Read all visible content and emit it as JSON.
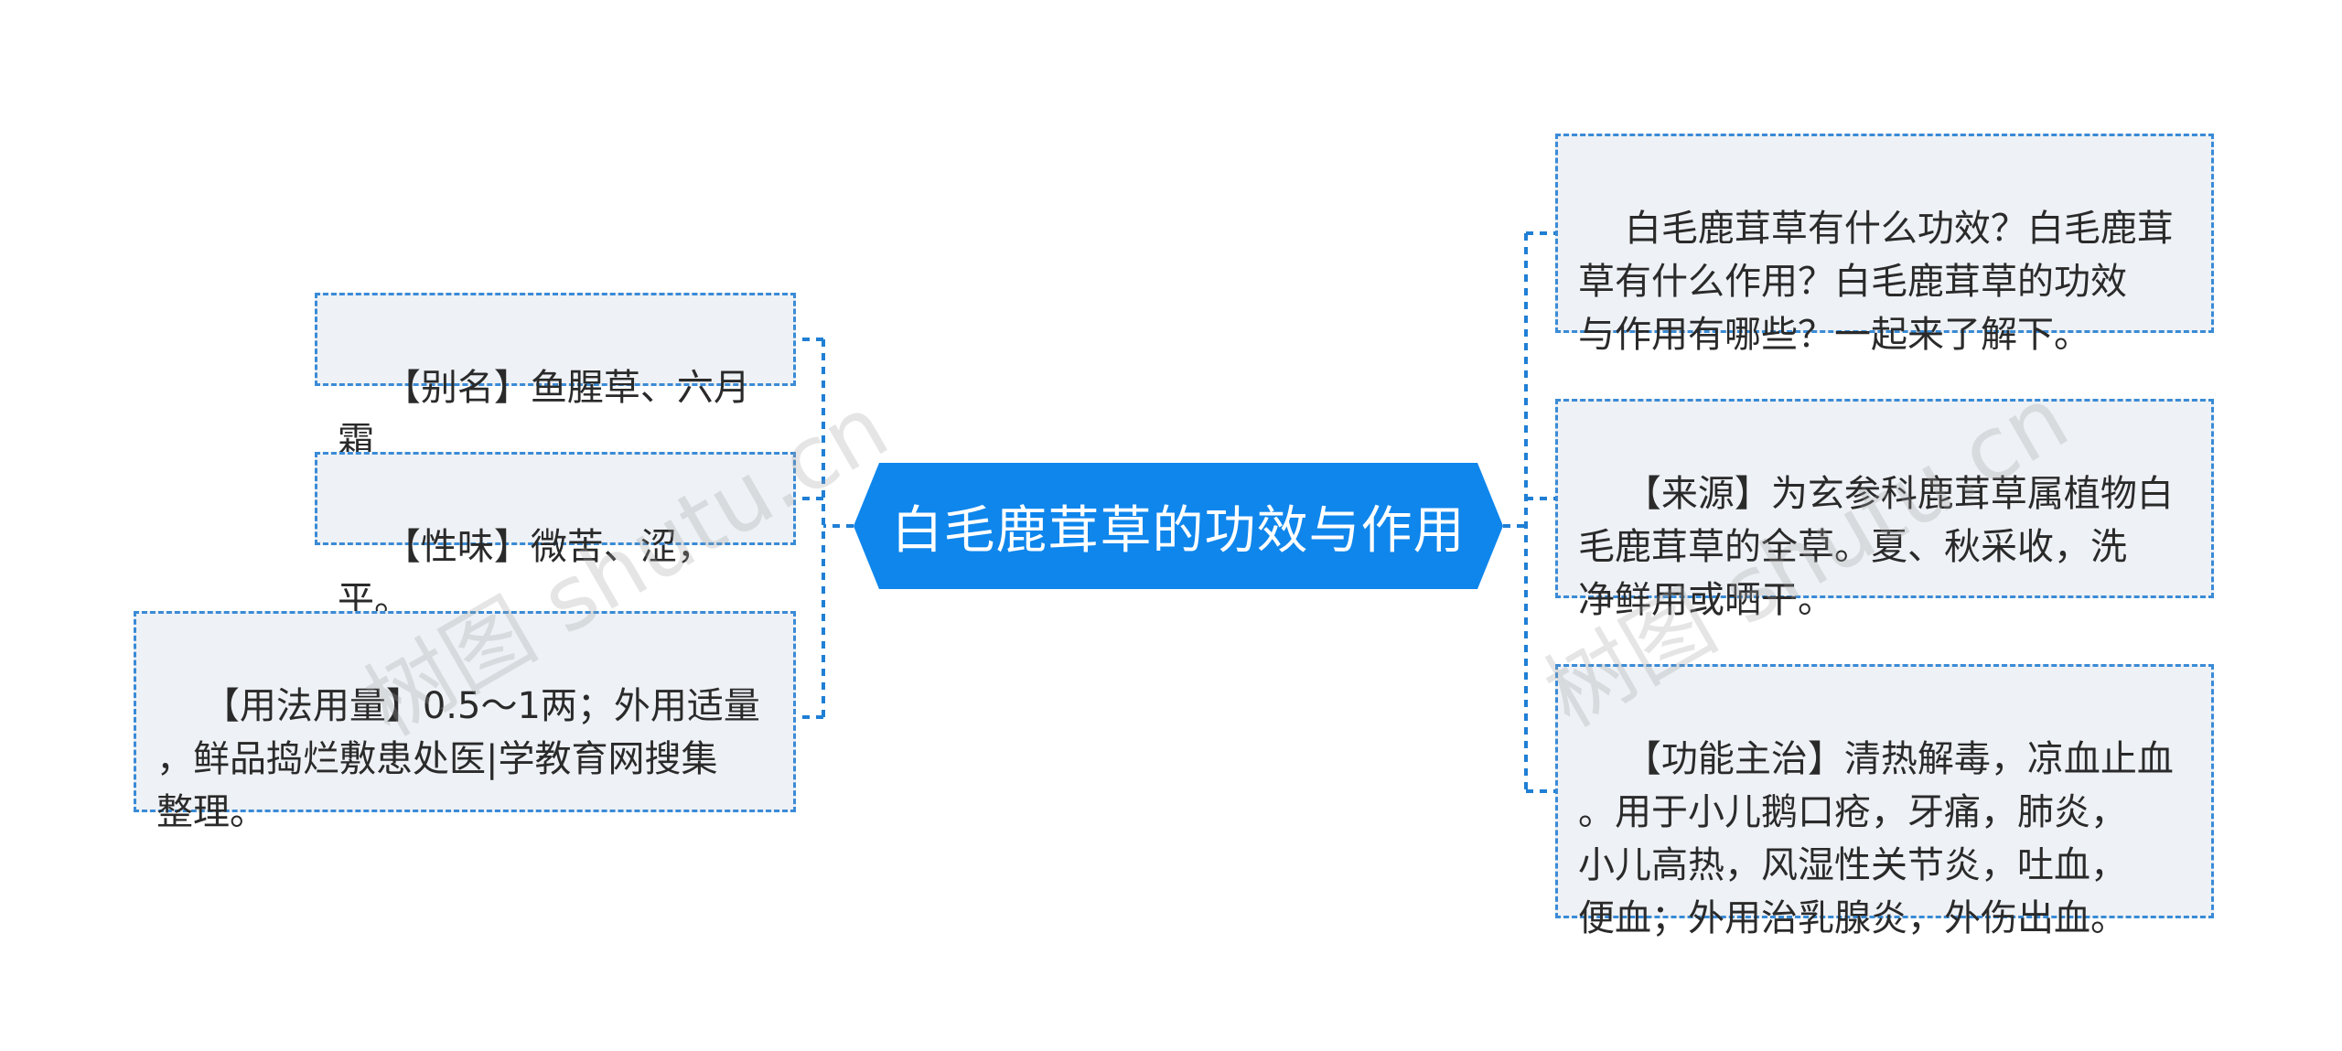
{
  "root": {
    "label": "白毛鹿茸草的功效与作用"
  },
  "left_nodes": [
    {
      "text": "【别名】鱼腥草、六月霜"
    },
    {
      "text": "【性味】微苦、涩，平。"
    },
    {
      "text": "【用法用量】0.5～1两；外用适量\n，鲜品捣烂敷患处医|学教育网搜集\n整理。"
    }
  ],
  "right_nodes": [
    {
      "text": "白毛鹿茸草有什么功效？白毛鹿茸\n草有什么作用？白毛鹿茸草的功效\n与作用有哪些？一起来了解下。"
    },
    {
      "text": "【来源】为玄参科鹿茸草属植物白\n毛鹿茸草的全草。夏、秋采收，洗\n净鲜用或晒干。"
    },
    {
      "text": "【功能主治】清热解毒，凉血止血\n。用于小儿鹅口疮，牙痛，肺炎，\n小儿高热，风湿性关节炎，吐血，\n便血；外用治乳腺炎，外伤出血。"
    }
  ],
  "watermarks": [
    {
      "text": "树图 shutu.cn"
    },
    {
      "text": "树图 shutu.cn"
    }
  ],
  "colors": {
    "root_fill": "#0f86ec",
    "node_fill": "#eef1f5",
    "node_border": "#3a8bd6",
    "link": "#1f7fd4"
  }
}
